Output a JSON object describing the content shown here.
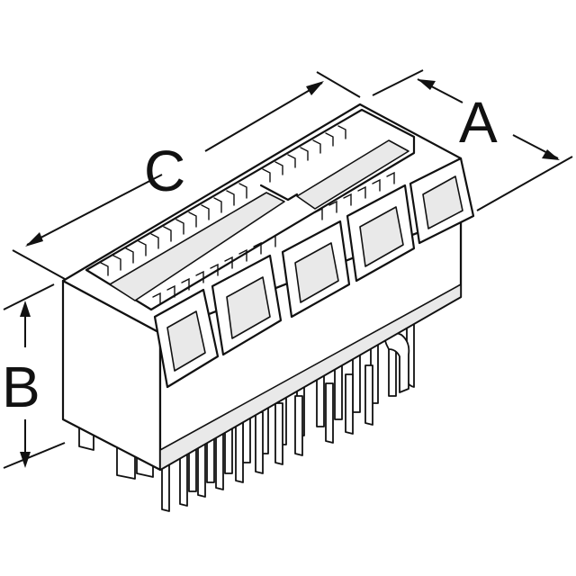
{
  "dimensions": {
    "a": "A",
    "b": "B",
    "c": "C"
  }
}
